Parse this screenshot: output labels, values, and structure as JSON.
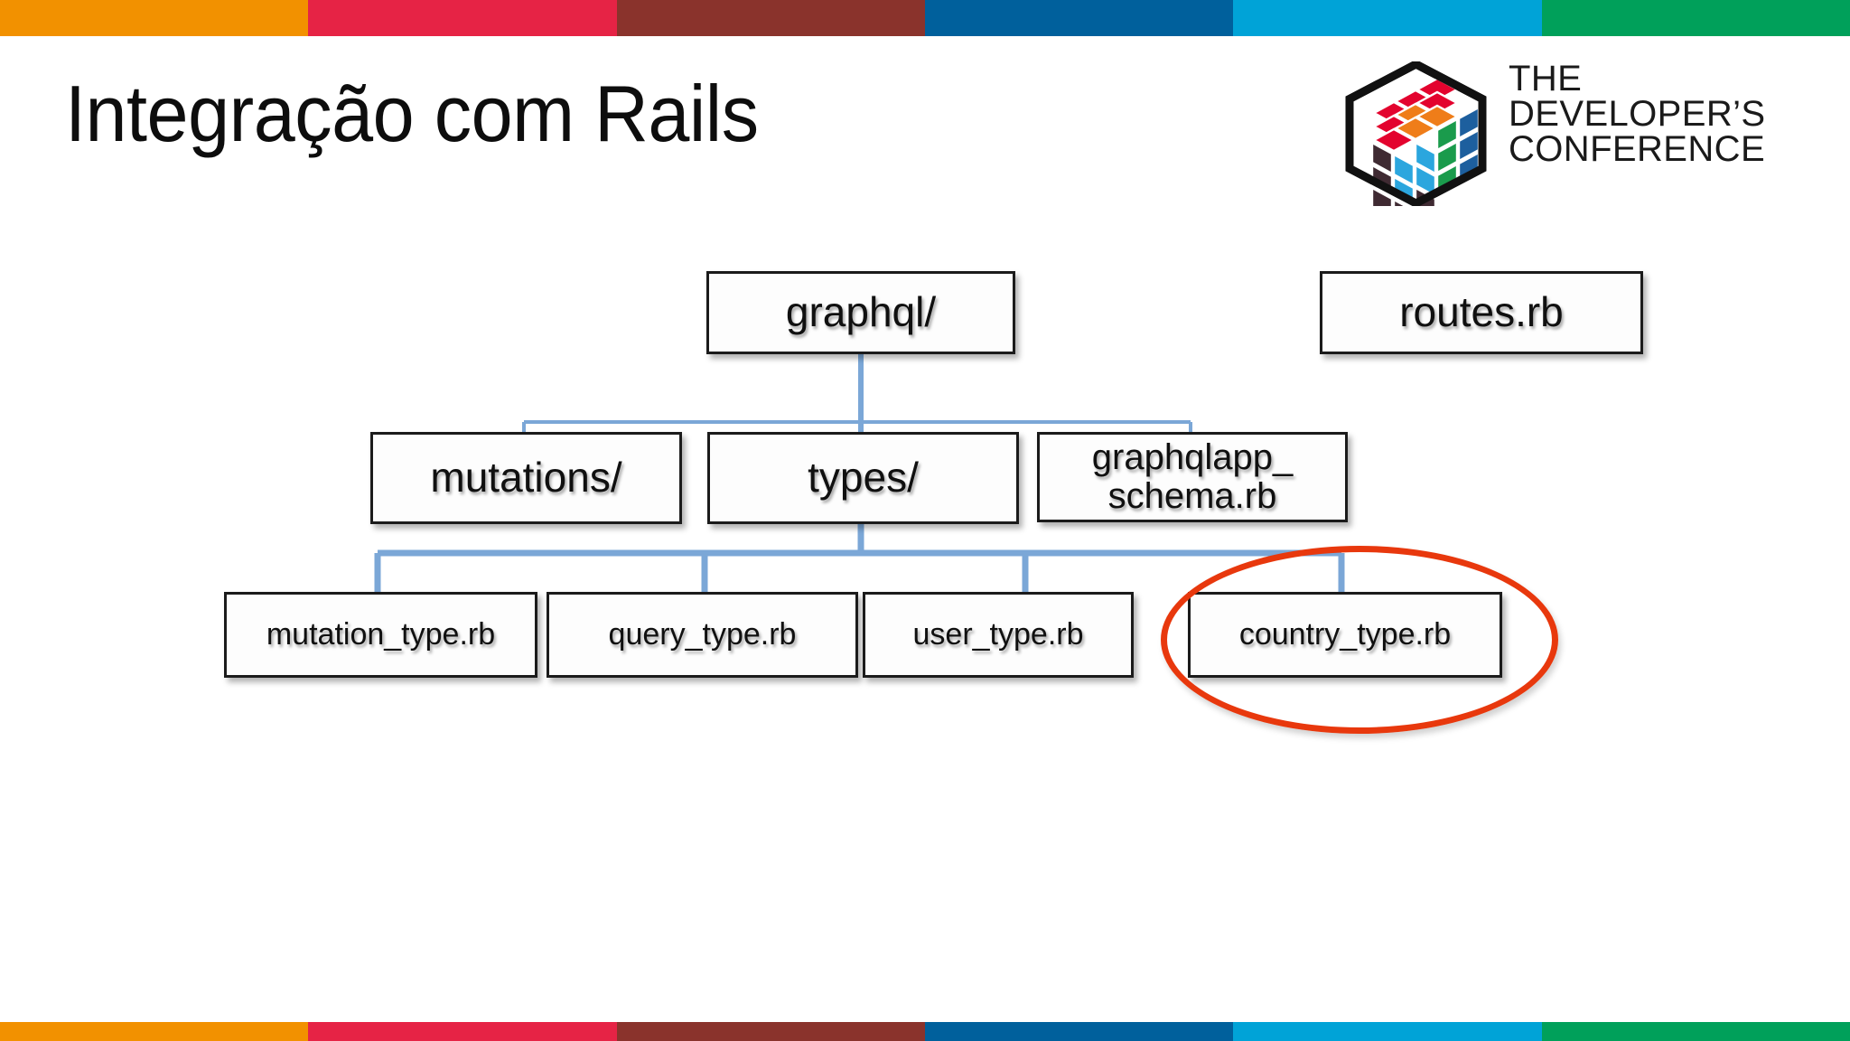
{
  "slide": {
    "title": "Integração com Rails",
    "background_color": "#ffffff"
  },
  "decor": {
    "top_bar_colors": [
      "#f29100",
      "#e62345",
      "#8a332c",
      "#00609c",
      "#00a3d7",
      "#00a05a"
    ],
    "bottom_bar_colors": [
      "#f29100",
      "#e62345",
      "#8a332c",
      "#00609c",
      "#00a3d7",
      "#00a05a"
    ]
  },
  "logo": {
    "line1": "THE",
    "line2": "DEVELOPER’S",
    "line3": "CONFERENCE",
    "mark_name": "tdc-cube-hexagon-icon",
    "cube_colors": {
      "top_left_red": "#e3032e",
      "top_mid_orange": "#ef7d19",
      "front_blue": "#2ba6de",
      "front_dark": "#3f2a32",
      "right_green": "#1a9b4c",
      "right_blue": "#1d5f9e"
    }
  },
  "diagram": {
    "type": "tree",
    "nodes": [
      {
        "id": "graphql",
        "label": "graphql/",
        "level": 0
      },
      {
        "id": "routes",
        "label": "routes.rb",
        "level": 0
      },
      {
        "id": "mutations",
        "label": "mutations/",
        "level": 1
      },
      {
        "id": "types",
        "label": "types/",
        "level": 1
      },
      {
        "id": "schema",
        "label": "graphqlapp_\nschema.rb",
        "level": 1
      },
      {
        "id": "mutation_type",
        "label": "mutation_type.rb",
        "level": 2
      },
      {
        "id": "query_type",
        "label": "query_type.rb",
        "level": 2
      },
      {
        "id": "user_type",
        "label": "user_type.rb",
        "level": 2
      },
      {
        "id": "country_type",
        "label": "country_type.rb",
        "level": 2
      }
    ],
    "edges": [
      {
        "from": "graphql",
        "to": "mutations"
      },
      {
        "from": "graphql",
        "to": "types"
      },
      {
        "from": "graphql",
        "to": "schema"
      },
      {
        "from": "types",
        "to": "mutation_type"
      },
      {
        "from": "types",
        "to": "query_type"
      },
      {
        "from": "types",
        "to": "user_type"
      },
      {
        "from": "types",
        "to": "country_type"
      }
    ],
    "connector_color": "#7ba7d7",
    "node_border_color": "#1b1b1b",
    "node_fill_color": "#fdfdfd"
  },
  "annotation": {
    "name": "country-type-highlight",
    "shape": "ellipse",
    "color": "#e8380d",
    "targets": [
      "country_type"
    ]
  }
}
